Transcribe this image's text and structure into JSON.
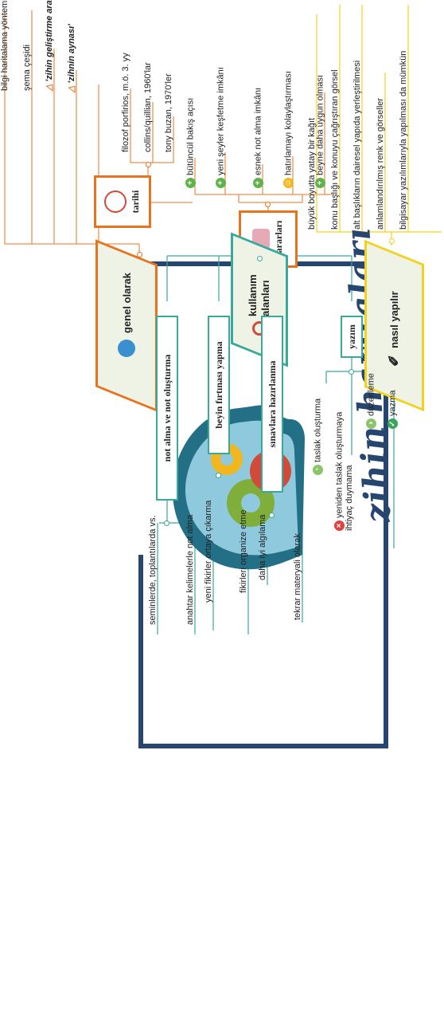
{
  "title": "zihin haritaları",
  "colors": {
    "frame": "#26466f",
    "orange": "#e8731e",
    "teal": "#3aa99b",
    "yellow": "#f2d11f",
    "node_fill": "#eef3e6"
  },
  "genel": {
    "label": "genel olarak",
    "items": [
      "bilgi haritalama yöntemi",
      "şema çeşidi",
      "'zihin geliştirme aracı'",
      "'zihnin aynası'"
    ],
    "tarihi": {
      "label": "tarihi",
      "items": [
        "filozof porfirios, m.ö. 3. yy",
        "collins/quillian, 1960'lar",
        "tony buzan, 1970'ler"
      ]
    },
    "yararlari": {
      "label": "yararları",
      "items": [
        "bütüncül bakış açısı",
        "yeni şeyler keşfetme imkânı",
        "esnek not alma imkânı",
        "hatırlamayı kolaylaştırması",
        "beyne daha uygun olması"
      ]
    }
  },
  "nasil": {
    "label": "nasıl yapılır",
    "items": [
      "büyük boyutta yatay bir kağıt",
      "konu başlığı ve konuyu çağrıştıran görsel",
      "alt başlıkların dairesel yapıda yerleştirilmesi",
      "anlamlandırılmış renk ve görseller",
      "bilgisayar yazılımlarıyla yapılması da mümkün"
    ]
  },
  "kullanim": {
    "label_line1": "kullanım",
    "label_line2": "alanları",
    "not_alma": {
      "label": "not alma ve not oluşturma",
      "items": [
        "seminlerde, toplantılarda vs.",
        "anahtar kelimelerle not alma"
      ]
    },
    "beyin": {
      "label": "beyin fırtınası yapma",
      "items": [
        "yeni fikirler ortaya çıkarma",
        "fikirleri organize etme"
      ]
    },
    "sinav": {
      "label": "sınavlara hazırlanma",
      "items": [
        "daha iyi algılama",
        "tekrar materyali olarak"
      ]
    },
    "yazim": {
      "label": "yazım",
      "items": [
        "taslak oluşturma",
        "yeniden taslak oluşturmaya",
        "ihtiyaç duymama",
        "düzenleme",
        "yazma"
      ]
    }
  }
}
